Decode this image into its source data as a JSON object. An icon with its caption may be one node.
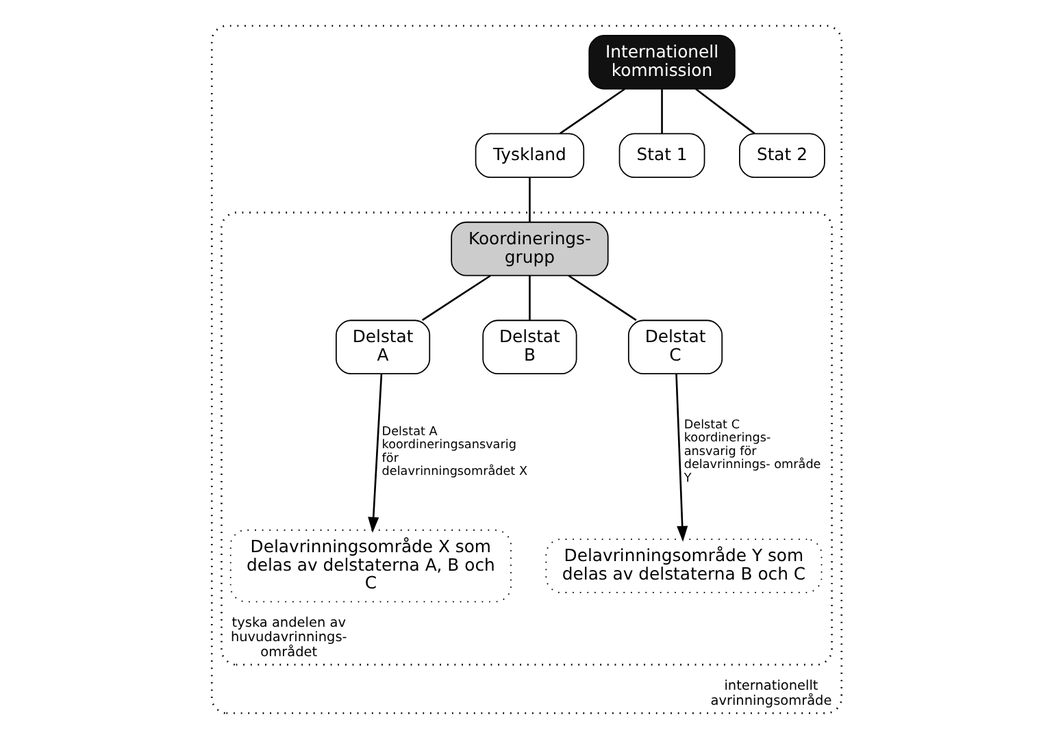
{
  "diagram": {
    "nodes": [
      {
        "text": [
          "internationellt avrinningsområde"
        ]
      },
      {
        "text": [
          "Internationell kommission"
        ],
        "in": 0
      },
      {
        "text": [
          "Tyskland"
        ],
        "in": 0
      },
      {
        "text": [
          "Stat 1"
        ],
        "in": 0
      },
      {
        "text": [
          "Stat 2"
        ],
        "in": 0
      },
      {
        "text": [
          "tyska andelen av huvudavrinnings- området"
        ],
        "in": 0
      },
      {
        "text": [
          "Koordinerings- grupp"
        ],
        "in": 5
      },
      {
        "text": [
          "Delstat A"
        ],
        "in": 5
      },
      {
        "text": [
          "Delstat B"
        ],
        "in": 5
      },
      {
        "text": [
          "Delstat C"
        ],
        "in": 5
      },
      {
        "text": [
          "Delavrinningsområde X som delas av delstaterna A, B och C"
        ],
        "in": 5
      },
      {
        "text": [
          "Delavrinningsområde Y som delas av delstaterna B och C"
        ],
        "in": 5
      }
    ],
    "edges": [
      {
        "from": 1,
        "to": 2,
        "arrow": "none"
      },
      {
        "from": 1,
        "to": 3,
        "arrow": "none"
      },
      {
        "from": 1,
        "to": 4,
        "arrow": "none"
      },
      {
        "from": 2,
        "to": 6,
        "arrow": "none"
      },
      {
        "from": 6,
        "to": 7,
        "arrow": "none"
      },
      {
        "from": 6,
        "to": 8,
        "arrow": "none"
      },
      {
        "from": 6,
        "to": 9,
        "arrow": "none"
      },
      {
        "from": 7,
        "to": 10,
        "arrow": "to",
        "label": "Delstat A koordineringsansvarig för delavrinningsområdet X"
      },
      {
        "from": 9,
        "to": 11,
        "arrow": "to",
        "label": "Delstat C koordinerings- ansvarig för delavrinnings- område Y"
      }
    ]
  }
}
